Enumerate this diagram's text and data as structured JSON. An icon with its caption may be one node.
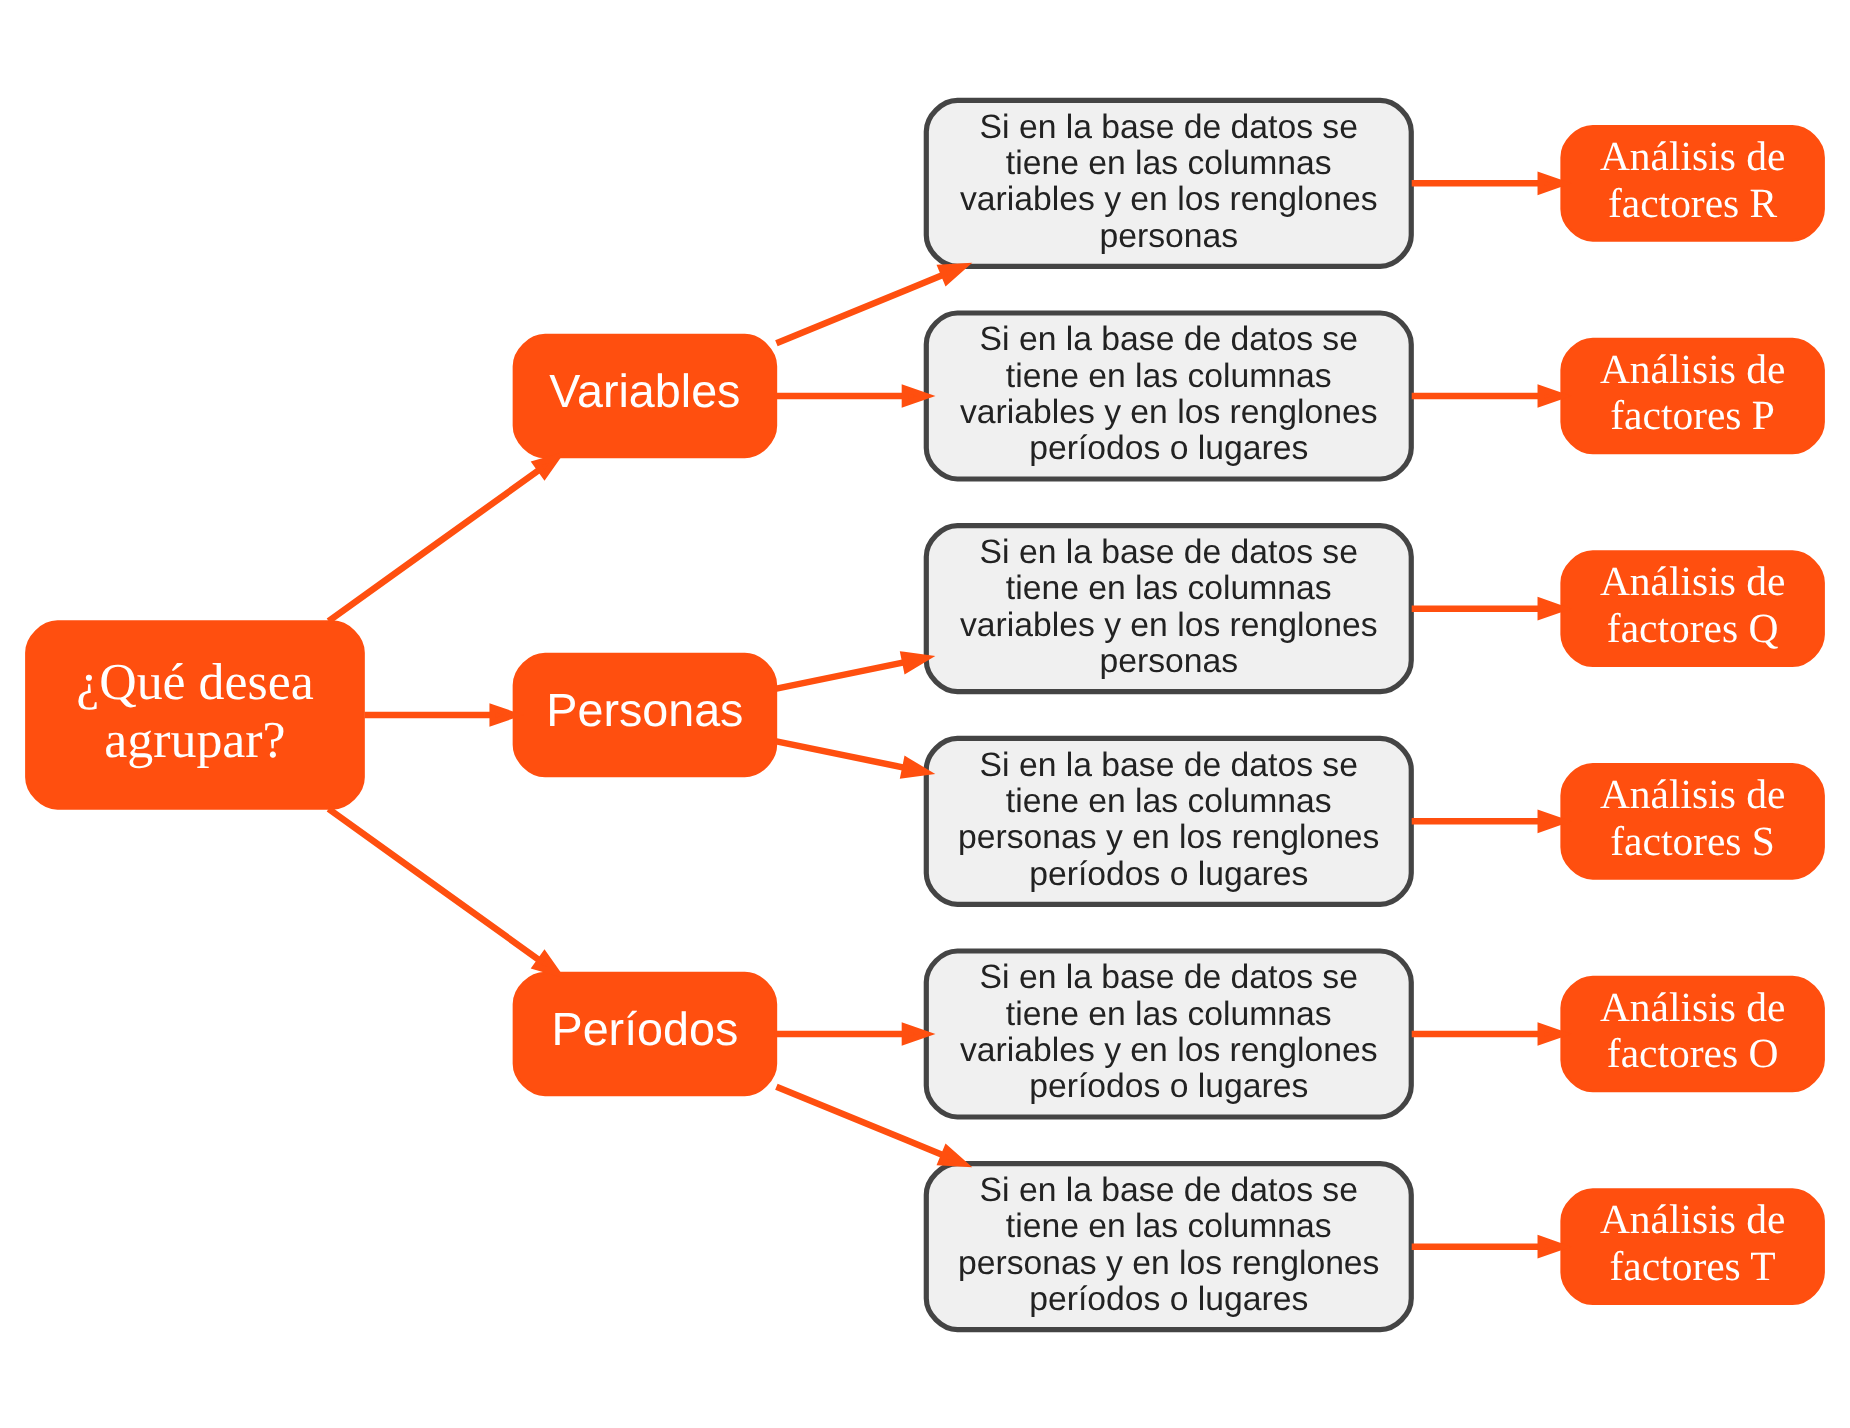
{
  "diagram": {
    "nodes": [
      {
        "text": [
          "¿Qué desea agrupar?"
        ]
      },
      {
        "text": [
          "Variables"
        ]
      },
      {
        "text": [
          "Personas"
        ]
      },
      {
        "text": [
          "Períodos"
        ]
      },
      {
        "text": [
          "Si en la base de datos se tiene en las columnas variables y en los renglones personas"
        ]
      },
      {
        "text": [
          "Análisis de factores R"
        ]
      },
      {
        "text": [
          "Si en la base de datos se tiene en las columnas variables y en los renglones períodos o lugares"
        ]
      },
      {
        "text": [
          "Análisis de factores P"
        ]
      },
      {
        "text": [
          "Si en la base de datos se tiene en las columnas variables y en los renglones personas"
        ]
      },
      {
        "text": [
          "Análisis de factores Q"
        ]
      },
      {
        "text": [
          "Si en la base de datos se tiene en las columnas personas y en los renglones períodos o lugares"
        ]
      },
      {
        "text": [
          "Análisis de factores S"
        ]
      },
      {
        "text": [
          "Si en la base de datos se tiene en las columnas variables y en los renglones períodos o lugares"
        ]
      },
      {
        "text": [
          "Análisis de factores O"
        ]
      },
      {
        "text": [
          "Si en la base de datos se tiene en las columnas personas y en los renglones períodos o lugares"
        ]
      },
      {
        "text": [
          "Análisis de factores T"
        ]
      }
    ],
    "edges": [
      {
        "from": 0,
        "to": 1,
        "arrow": "to"
      },
      {
        "from": 0,
        "to": 2,
        "arrow": "to"
      },
      {
        "from": 0,
        "to": 3,
        "arrow": "to"
      },
      {
        "from": 1,
        "to": 4,
        "arrow": "to"
      },
      {
        "from": 1,
        "to": 6,
        "arrow": "to"
      },
      {
        "from": 2,
        "to": 8,
        "arrow": "to"
      },
      {
        "from": 2,
        "to": 10,
        "arrow": "to"
      },
      {
        "from": 3,
        "to": 12,
        "arrow": "to"
      },
      {
        "from": 3,
        "to": 14,
        "arrow": "to"
      },
      {
        "from": 4,
        "to": 5,
        "arrow": "to"
      },
      {
        "from": 6,
        "to": 7,
        "arrow": "to"
      },
      {
        "from": 8,
        "to": 9,
        "arrow": "to"
      },
      {
        "from": 10,
        "to": 11,
        "arrow": "to"
      },
      {
        "from": 12,
        "to": 13,
        "arrow": "to"
      },
      {
        "from": 14,
        "to": 15,
        "arrow": "to"
      }
    ]
  }
}
